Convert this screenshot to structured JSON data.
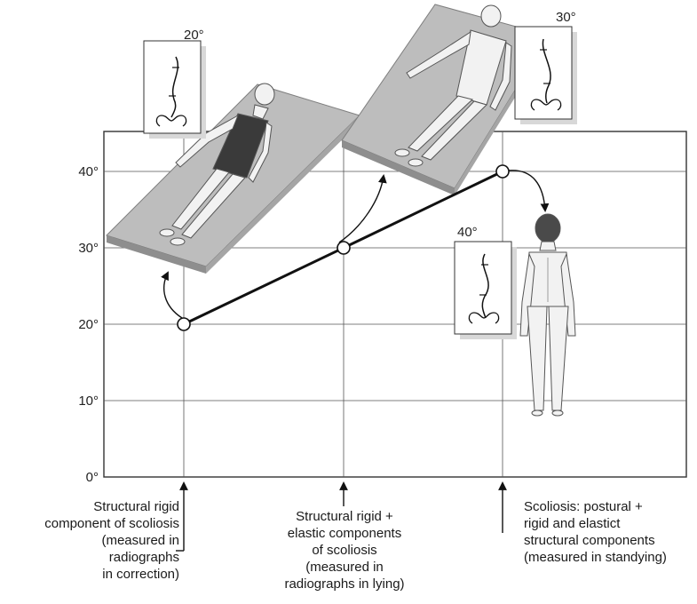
{
  "chart_data": {
    "type": "line",
    "title": "",
    "xlabel": "",
    "ylabel": "",
    "ylim": [
      0,
      45
    ],
    "y_ticks": [
      "0°",
      "10°",
      "20°",
      "30°",
      "40°"
    ],
    "grid": true,
    "categories": [
      "Structural rigid\ncomponent of scoliosis\n(measured in\nradiographs\nin correction)",
      "Structural rigid +\nelastic components\nof scoliosis\n(measured in\nradiographs in lying)",
      "Scoliosis: postural +\nrigid and elastict\nstructural components\n(measured in standying)"
    ],
    "series": [
      {
        "values": [
          20,
          30,
          40
        ]
      }
    ],
    "annotations": {
      "spine_insets": [
        "20°",
        "30°",
        "40°"
      ]
    }
  },
  "colors": {
    "line": "#111111",
    "grid": "#555555",
    "board": "#bdbdbd",
    "board_edge": "#8e8e8e",
    "figure_skin": "#f2f2f2",
    "garment": "#3a3a3a"
  }
}
